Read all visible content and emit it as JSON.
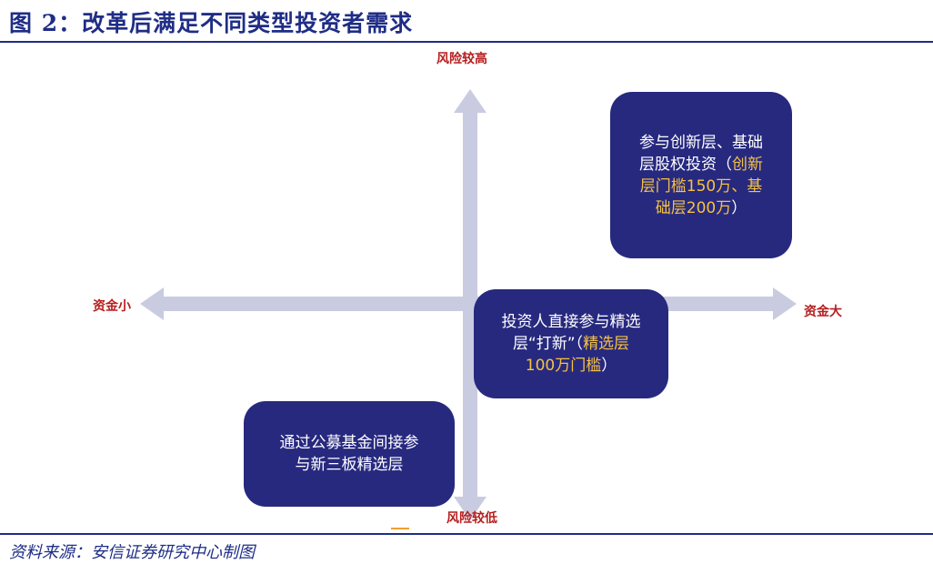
{
  "title": "图 2：改革后满足不同类型投资者需求",
  "axes": {
    "top": "风险较高",
    "bottom": "风险较低",
    "left": "资金小",
    "right": "资金大"
  },
  "boxes": {
    "upper": {
      "line1": "参与创新层、基础",
      "line2_plain": "层股权投资（",
      "line2_hl": "创新",
      "line3_hl": "层门槛150万、基",
      "line4_hl": "础层200万",
      "line4_plain": "）"
    },
    "middle": {
      "line1": "投资人直接参与精选",
      "line2_plain": "层“打新”（",
      "line2_hl": "精选层",
      "line3_hl": "100万门槛",
      "line3_plain": "）"
    },
    "lower": {
      "line1": "通过公募基金间接参",
      "line2": "与新三板精选层"
    }
  },
  "source": "资料来源：安信证券研究中心制图",
  "colors": {
    "title": "#1f2d86",
    "axis_label": "#b61e1e",
    "box": "#27297f",
    "highlight": "#f5c242",
    "arrow": "#c9cbe0"
  }
}
